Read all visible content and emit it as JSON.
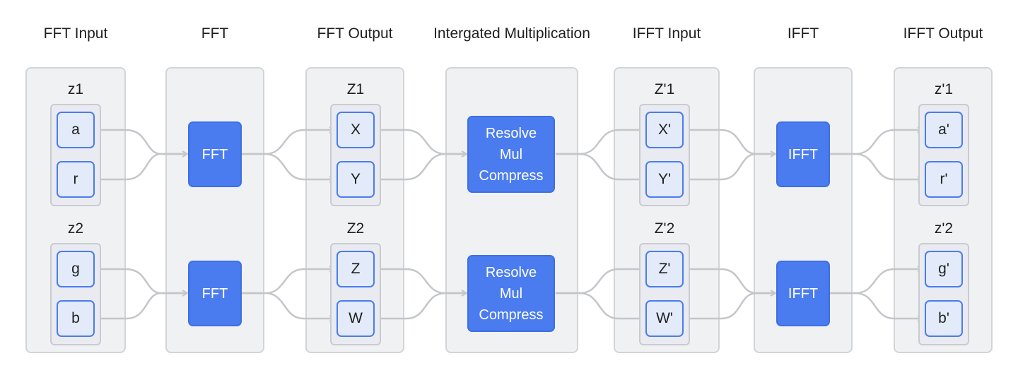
{
  "columns": [
    {
      "title": "FFT Input"
    },
    {
      "title": "FFT"
    },
    {
      "title": "FFT Output"
    },
    {
      "title": "Intergated Multiplication"
    },
    {
      "title": "IFFT Input"
    },
    {
      "title": "IFFT"
    },
    {
      "title": "IFFT Output"
    }
  ],
  "fft_input": {
    "g1": {
      "label": "z1",
      "items": [
        "a",
        "r"
      ]
    },
    "g2": {
      "label": "z2",
      "items": [
        "g",
        "b"
      ]
    }
  },
  "fft": {
    "op1": "FFT",
    "op2": "FFT"
  },
  "fft_output": {
    "g1": {
      "label": "Z1",
      "items": [
        "X",
        "Y"
      ]
    },
    "g2": {
      "label": "Z2",
      "items": [
        "Z",
        "W"
      ]
    }
  },
  "mult": {
    "op1": "Resolve\nMul\nCompress",
    "op2": "Resolve\nMul\nCompress"
  },
  "ifft_input": {
    "g1": {
      "label": "Z'1",
      "items": [
        "X'",
        "Y'"
      ]
    },
    "g2": {
      "label": "Z'2",
      "items": [
        "Z'",
        "W'"
      ]
    }
  },
  "ifft": {
    "op1": "IFFT",
    "op2": "IFFT"
  },
  "ifft_output": {
    "g1": {
      "label": "z'1",
      "items": [
        "a'",
        "r'"
      ]
    },
    "g2": {
      "label": "z'2",
      "items": [
        "g'",
        "b'"
      ]
    }
  },
  "colors": {
    "accent": "#4a7cf0",
    "panel": "#f0f1f3",
    "wire": "#c4c6ca"
  }
}
